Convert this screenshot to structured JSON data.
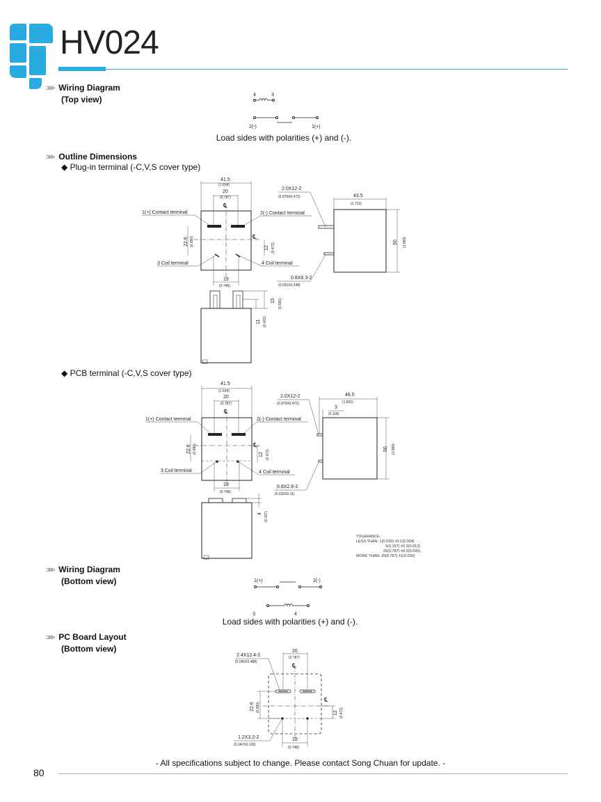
{
  "header": {
    "title": "HV024",
    "brand_color": "#29abe2"
  },
  "sections": {
    "wiring_top": {
      "line1": "Wiring Diagram",
      "line2": "(Top view)"
    },
    "outline": {
      "line1": "Outline Dimensions"
    },
    "wiring_bottom": {
      "line1": "Wiring Diagram",
      "line2": "(Bottom view)"
    },
    "pcb_layout": {
      "line1": "PC Board Layout",
      "line2": "(Bottom view)"
    }
  },
  "subsections": {
    "plugin": "◆ Plug-in terminal (-C,V,S cover type)",
    "pcb": "◆ PCB terminal (-C,V,S cover type)"
  },
  "wiring_top": {
    "coil_a": "4",
    "coil_b": "3",
    "load_neg": "2(-)",
    "load_pos": "1(+)",
    "note": "Load sides with polarities (+) and (-)."
  },
  "wiring_bottom": {
    "load_pos": "1(+)",
    "load_neg": "2(-)",
    "coil_a": "3",
    "coil_b": "4",
    "note": "Load sides with polarities (+) and (-)."
  },
  "plugin": {
    "width": "41.5",
    "width_in": "(1.634)",
    "pitch": "20",
    "pitch_in": "(0.787)",
    "term_size": "2.0X12-2",
    "term_size_in": "(0.079X0.472)",
    "side_w": "43.5",
    "side_w_in": "(1.713)",
    "contact1": "1(+) Contact terminal",
    "contact2": "2(-) Contact terminal",
    "vert": "22.6",
    "vert_in": "(0.890)",
    "v12": "12",
    "v12_in": "(0.472)",
    "height": "50",
    "height_in": "(1.969)",
    "coil3": "3 Coil terminal",
    "coil4": "4 Coil terminal",
    "coil_pitch": "19",
    "coil_pitch_in": "(0.748)",
    "coil_term": "0.8X6.3-2",
    "coil_term_in": "(0.031X0.248)",
    "h15": "15",
    "h15_in": "(0.591)",
    "h11": "11",
    "h11_in": "(0.433)",
    "cl": "℄"
  },
  "pcb": {
    "width": "41.5",
    "width_in": "(1.634)",
    "pitch": "20",
    "pitch_in": "(0.787)",
    "term_size": "2.0X12-2",
    "term_size_in": "(0.079X0.472)",
    "side_w": "46.5",
    "side_w_in": "(1.831)",
    "off3": "3",
    "off3_in": "(0.118)",
    "contact1": "1(+) Contact terminal",
    "contact2": "2(-) Contact terminal",
    "vert": "22.6",
    "vert_in": "(0.890)",
    "v12": "12",
    "v12_in": "(0.472)",
    "height": "50",
    "height_in": "(1.969)",
    "coil3": "3 Coil terminal",
    "coil4": "4 Coil terminal",
    "coil_pitch": "19",
    "coil_pitch_in": "(0.748)",
    "coil_term": "0.8X2.8-2",
    "coil_term_in": "(0.032X0.11)",
    "h4": "4",
    "h4_in": "(0.157)",
    "cl": "℄"
  },
  "tolerance": {
    "l1": "TOLERANCE:",
    "l2": "LESS THAN:   1(0.039) ±0.1(0.004)",
    "l3": "5(0.197) ±0.3(0.012)",
    "l4": "20(0.787) ±0.5(0.020)",
    "l5": "MORE THAN:  20(0.787) ±1(0.039)"
  },
  "pcb_layout": {
    "hole1": "2.4X12.4-2",
    "hole1_in": "(0.095X0.488)",
    "pitch": "20",
    "pitch_in": "(0.787)",
    "vert": "22.6",
    "vert_in": "(0.890)",
    "v12": "12",
    "v12_in": "(0.472)",
    "hole2": "1.2X3.2-2",
    "hole2_in": "(0.047X0.126)",
    "coil_pitch": "19",
    "coil_pitch_in": "(0.748)",
    "cl": "℄"
  },
  "footer": {
    "note": "- All specifications subject to change.  Please contact Song Chuan for update. -",
    "page": "80"
  }
}
